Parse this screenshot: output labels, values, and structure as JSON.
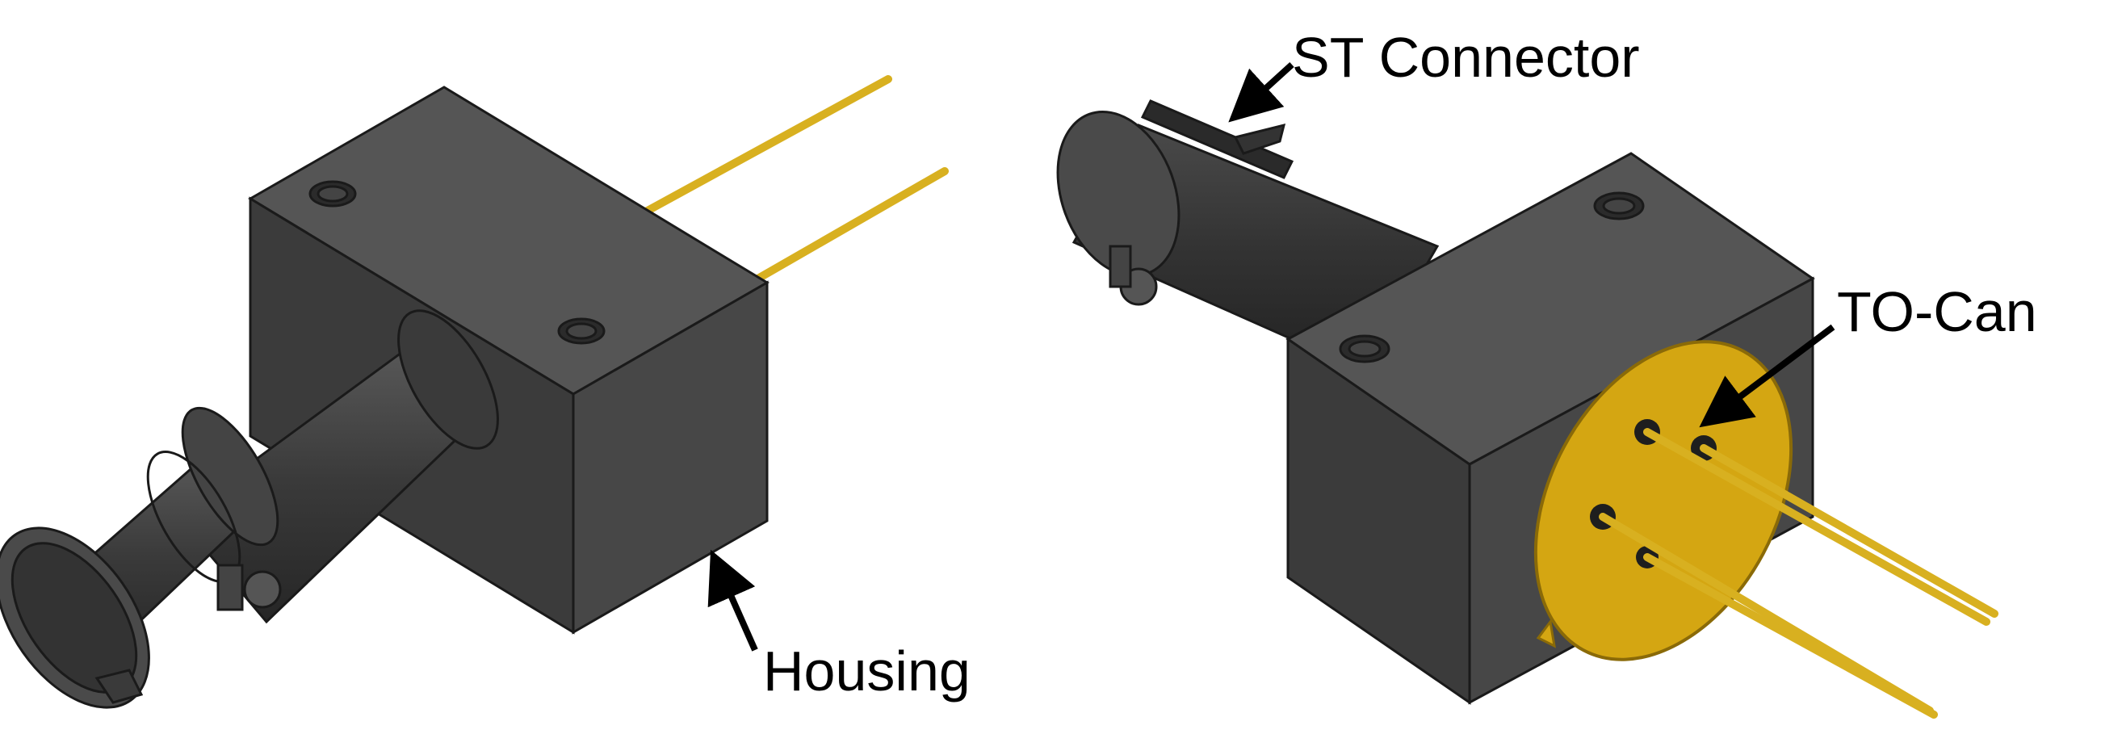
{
  "labels": {
    "housing": "Housing",
    "st_connector": "ST Connector",
    "to_can": "TO-Can"
  },
  "colors": {
    "body_front": "#3b3b3b",
    "body_top": "#555555",
    "body_side": "#474747",
    "body_edge": "#1a1a1a",
    "gold": "#d4a612",
    "gold_dark": "#8a6a08",
    "pin": "#d8b020",
    "arrow": "#000000"
  }
}
